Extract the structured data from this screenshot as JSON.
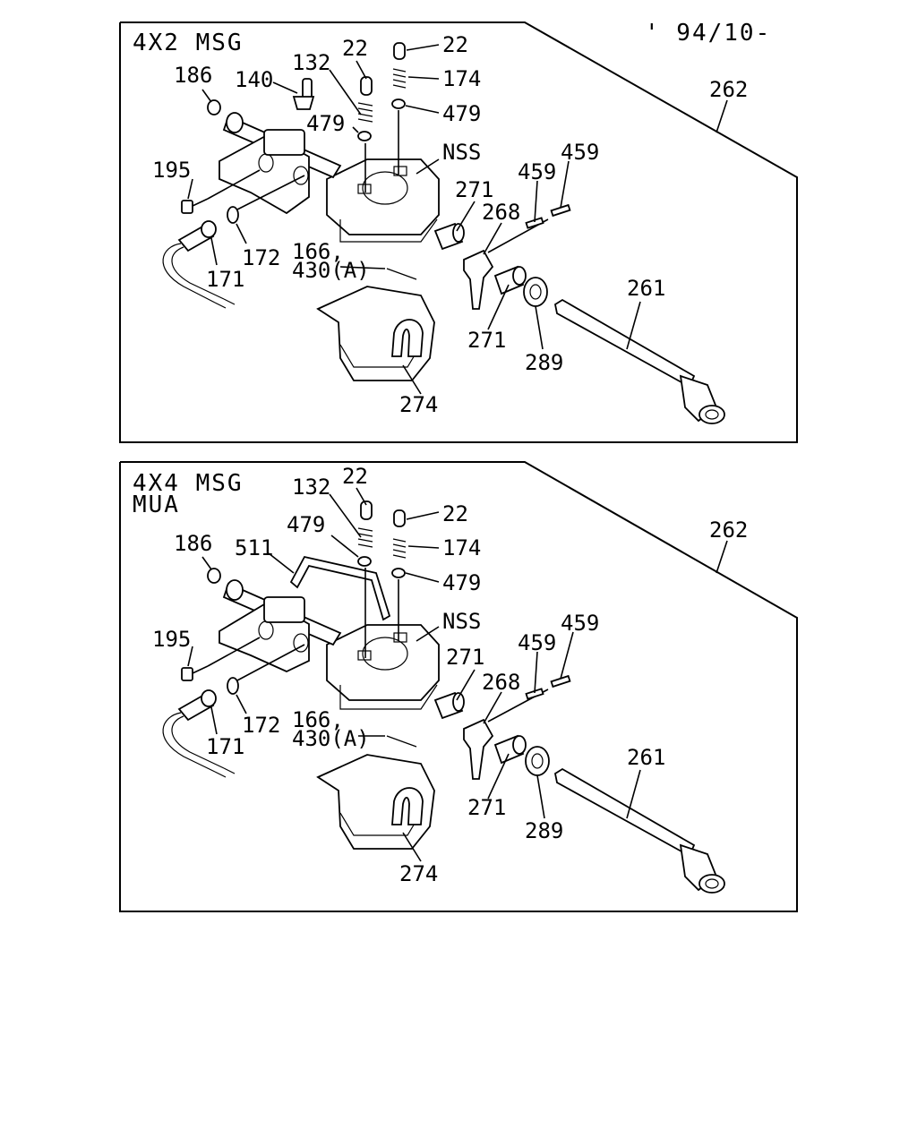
{
  "date_code": "' 94/10-",
  "panels": [
    {
      "title_lines": [
        "4X2 MSG"
      ],
      "callouts": {
        "c186": "186",
        "c140": "140",
        "c132": "132",
        "c22a": "22",
        "c22b": "22",
        "c174": "174",
        "c479a": "479",
        "c479b": "479",
        "cNSS": "NSS",
        "c195": "195",
        "c172": "172",
        "c171": "171",
        "c166": "166,",
        "c430": "430(A)",
        "c271a": "271",
        "c268": "268",
        "c459a": "459",
        "c459b": "459",
        "c271b": "271",
        "c289": "289",
        "c261": "261",
        "c274": "274",
        "c262": "262"
      }
    },
    {
      "title_lines": [
        "4X4 MSG",
        "MUA"
      ],
      "callouts": {
        "c186": "186",
        "c511": "511",
        "c132": "132",
        "c22a": "22",
        "c22b": "22",
        "c174": "174",
        "c479a": "479",
        "c479b": "479",
        "cNSS": "NSS",
        "c195": "195",
        "c172": "172",
        "c171": "171",
        "c166": "166,",
        "c430": "430(A)",
        "c271a": "271",
        "c268": "268",
        "c459a": "459",
        "c459b": "459",
        "c271b": "271",
        "c289": "289",
        "c261": "261",
        "c274": "274",
        "c262": "262"
      }
    }
  ]
}
